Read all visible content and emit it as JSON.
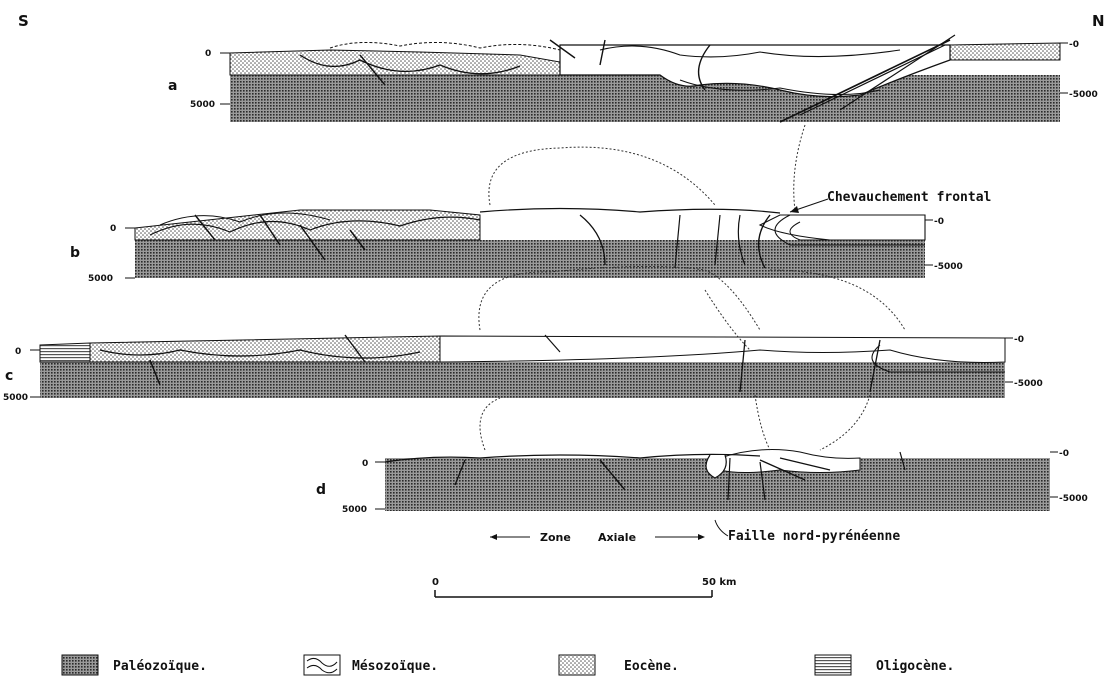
{
  "orientation": {
    "south": "S",
    "north": "N"
  },
  "sections": [
    {
      "id": "a",
      "depth_top": "0",
      "depth_bottom": "5000",
      "depth_top_right": "-0",
      "depth_bottom_right": "-5000"
    },
    {
      "id": "b",
      "depth_top": "0",
      "depth_bottom": "5000",
      "depth_top_right": "-0",
      "depth_bottom_right": "-5000"
    },
    {
      "id": "c",
      "depth_top": "0",
      "depth_bottom": "5000",
      "depth_top_right": "-0",
      "depth_bottom_right": "-5000"
    },
    {
      "id": "d",
      "depth_top": "0",
      "depth_bottom": "5000",
      "depth_top_right": "-0",
      "depth_bottom_right": "-5000"
    }
  ],
  "annotations": {
    "frontal_thrust": "Chevauchement frontal",
    "north_pyrenean_fault": "Faille nord-pyrénéenne",
    "axial_zone_left": "Zone",
    "axial_zone_right": "Axiale"
  },
  "scale_bar": {
    "start": "0",
    "end": "50 km"
  },
  "legend": [
    {
      "label": "Paléozoïque.",
      "pattern": "dense-dots"
    },
    {
      "label": "Mésozoïque.",
      "pattern": "wavy-lines"
    },
    {
      "label": "Eocène.",
      "pattern": "sparse-dots"
    },
    {
      "label": "Oligocène.",
      "pattern": "horizontal-lines"
    }
  ]
}
